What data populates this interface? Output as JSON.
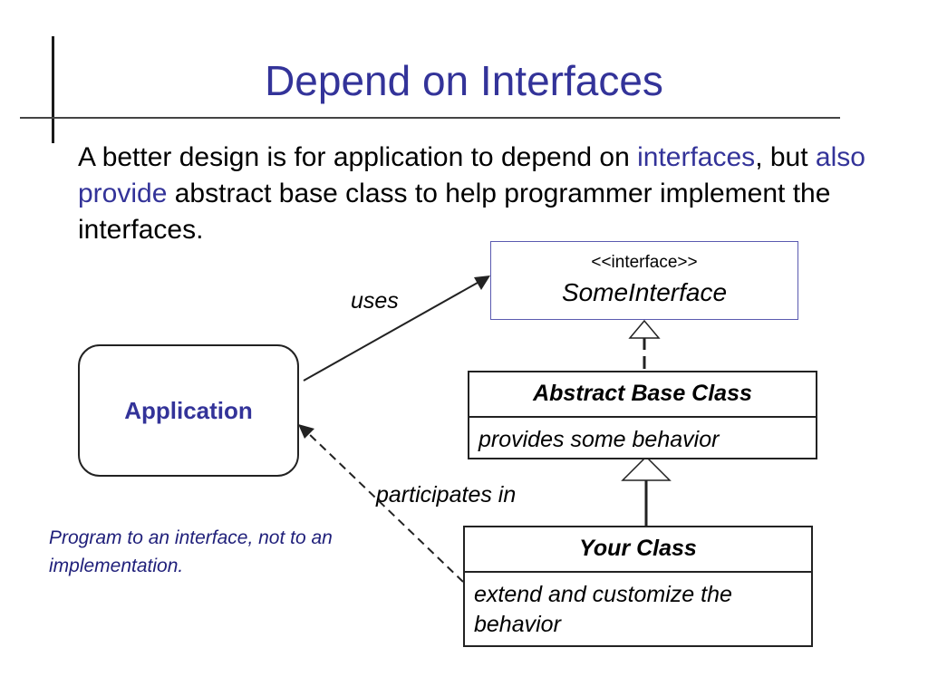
{
  "slide": {
    "title": "Depend on Interfaces",
    "intro": {
      "p1": "A better design is for application to depend on ",
      "h1": "interfaces",
      "p2": ", but ",
      "h2": "also provide",
      "p3": " abstract base class to help programmer implement the interfaces."
    }
  },
  "diagram": {
    "interface_box": {
      "stereotype": "<<interface>>",
      "name": "SomeInterface"
    },
    "abstract_class": {
      "name": "Abstract Base Class",
      "body": "provides some behavior"
    },
    "your_class": {
      "name": "Your Class",
      "body": "extend and customize the behavior"
    },
    "application": {
      "label": "Application"
    },
    "labels": {
      "uses": "uses",
      "participates": "participates in"
    },
    "note": "Program to an interface, not to an implementation."
  },
  "colors": {
    "accent": "#333399",
    "line": "#222222"
  }
}
